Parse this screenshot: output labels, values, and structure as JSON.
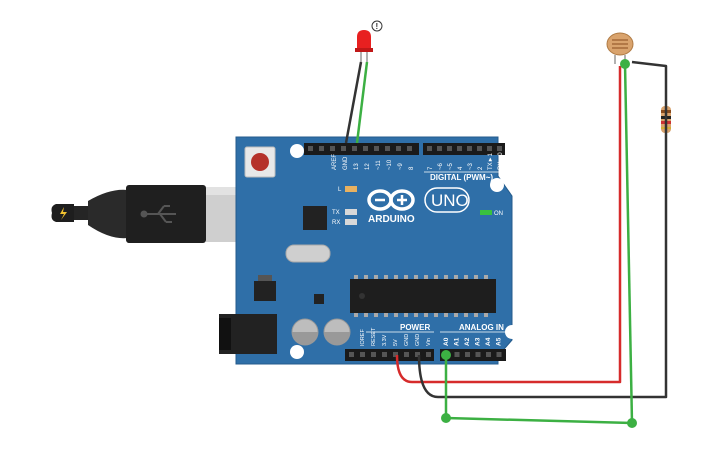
{
  "board": {
    "brand": "ARDUINO",
    "model": "UNO",
    "digital_label": "DIGITAL (PWM~)",
    "analog_label": "ANALOG IN",
    "power_label": "POWER",
    "on_label": "ON",
    "l_label": "L",
    "tx_label": "TX",
    "rx_label": "RX",
    "digital_pins": [
      "AREF",
      "GND",
      "13",
      "12",
      "~11",
      "~10",
      "~9",
      "8",
      "7",
      "~6",
      "~5",
      "4",
      "~3",
      "2",
      "TX►1",
      "RX◄0"
    ],
    "power_pins": [
      "IOREF",
      "RESET",
      "3.3V",
      "5V",
      "GND",
      "GND",
      "Vin"
    ],
    "analog_pins": [
      "A0",
      "A1",
      "A2",
      "A3",
      "A4",
      "A5"
    ]
  },
  "led": {
    "warning_glyph": "!"
  },
  "colors": {
    "board": "#2f6fa8",
    "board_edge": "#245b8c",
    "wire_red": "#d62b2b",
    "wire_black": "#333333",
    "wire_green": "#3cb043",
    "led_red": "#e82020"
  }
}
